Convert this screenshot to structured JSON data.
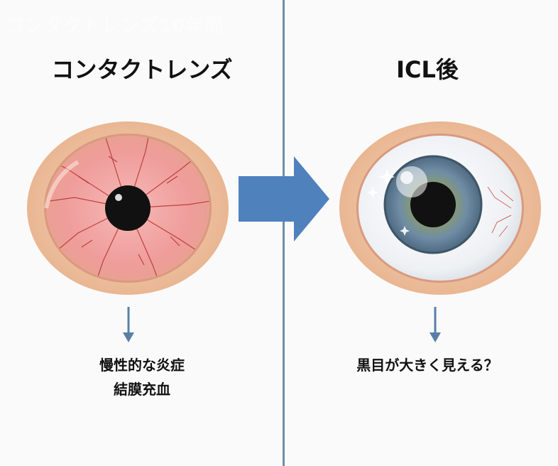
{
  "watermark": {
    "line1": "コンタクトレンズ10年間"
  },
  "left_panel": {
    "title": "コンタクトレンズ",
    "caption_line1": "慢性的な炎症",
    "caption_line2": "結膜充血"
  },
  "right_panel": {
    "title": "ICL後",
    "caption": "黒目が大きく見える？"
  },
  "colors": {
    "divider": "#6f8fae",
    "arrow": "#4f81bd",
    "small_arrow": "#5a7fa6",
    "skin": "#f1c7a4",
    "sclera_red": "#f2a7a7",
    "iris_blue": "#5f7f96",
    "pupil": "#111111"
  },
  "icons": [
    "red-eye-icon",
    "clear-eye-icon",
    "right-arrow-icon",
    "down-arrow-icon"
  ]
}
